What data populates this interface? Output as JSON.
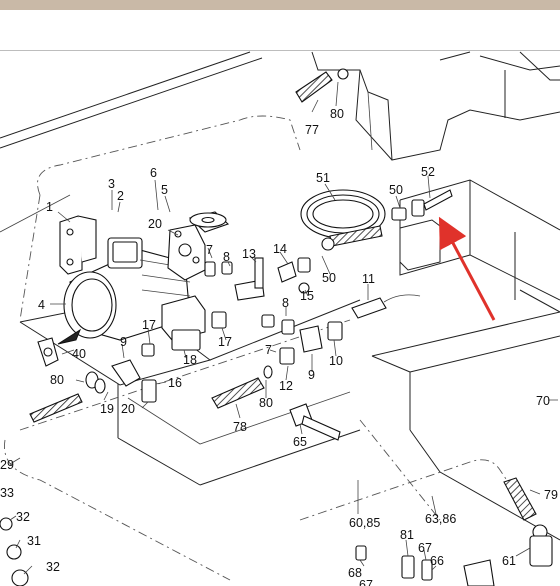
{
  "callouts": [
    {
      "id": "c77",
      "text": "77"
    },
    {
      "id": "c80a",
      "text": "80"
    },
    {
      "id": "c52",
      "text": "52"
    },
    {
      "id": "c51",
      "text": "51"
    },
    {
      "id": "c50a",
      "text": "50"
    },
    {
      "id": "c6",
      "text": "6"
    },
    {
      "id": "c5",
      "text": "5"
    },
    {
      "id": "c3",
      "text": "3"
    },
    {
      "id": "c2",
      "text": "2"
    },
    {
      "id": "c1",
      "text": "1"
    },
    {
      "id": "c20a",
      "text": "20"
    },
    {
      "id": "c7a",
      "text": "7"
    },
    {
      "id": "c8a",
      "text": "8"
    },
    {
      "id": "c13",
      "text": "13"
    },
    {
      "id": "c14",
      "text": "14"
    },
    {
      "id": "c50b",
      "text": "50"
    },
    {
      "id": "c15",
      "text": "15"
    },
    {
      "id": "c11",
      "text": "11"
    },
    {
      "id": "c4",
      "text": "4"
    },
    {
      "id": "c17a",
      "text": "17"
    },
    {
      "id": "c17b",
      "text": "17"
    },
    {
      "id": "c8b",
      "text": "8"
    },
    {
      "id": "c9a",
      "text": "9"
    },
    {
      "id": "c40",
      "text": "40"
    },
    {
      "id": "c18",
      "text": "18"
    },
    {
      "id": "c7b",
      "text": "7"
    },
    {
      "id": "c9b",
      "text": "9"
    },
    {
      "id": "c10",
      "text": "10"
    },
    {
      "id": "c80b",
      "text": "80"
    },
    {
      "id": "c16",
      "text": "16"
    },
    {
      "id": "c12",
      "text": "12"
    },
    {
      "id": "c19",
      "text": "19"
    },
    {
      "id": "c20b",
      "text": "20"
    },
    {
      "id": "c80c",
      "text": "80"
    },
    {
      "id": "c78",
      "text": "78"
    },
    {
      "id": "c70",
      "text": "70"
    },
    {
      "id": "c65",
      "text": "65"
    },
    {
      "id": "c29",
      "text": "29"
    },
    {
      "id": "c33",
      "text": "33"
    },
    {
      "id": "c32a",
      "text": "32"
    },
    {
      "id": "c31",
      "text": "31"
    },
    {
      "id": "c32b",
      "text": "32"
    },
    {
      "id": "c79",
      "text": "79"
    },
    {
      "id": "c6085",
      "text": "60,85"
    },
    {
      "id": "c6386",
      "text": "63,86"
    },
    {
      "id": "c81",
      "text": "81"
    },
    {
      "id": "c67a",
      "text": "67"
    },
    {
      "id": "c66",
      "text": "66"
    },
    {
      "id": "c61",
      "text": "61"
    },
    {
      "id": "c68",
      "text": "68"
    },
    {
      "id": "c67b",
      "text": "67"
    }
  ],
  "colors": {
    "band": "#c9b9a7",
    "arrow": "#e0322b",
    "ink": "#111111"
  }
}
